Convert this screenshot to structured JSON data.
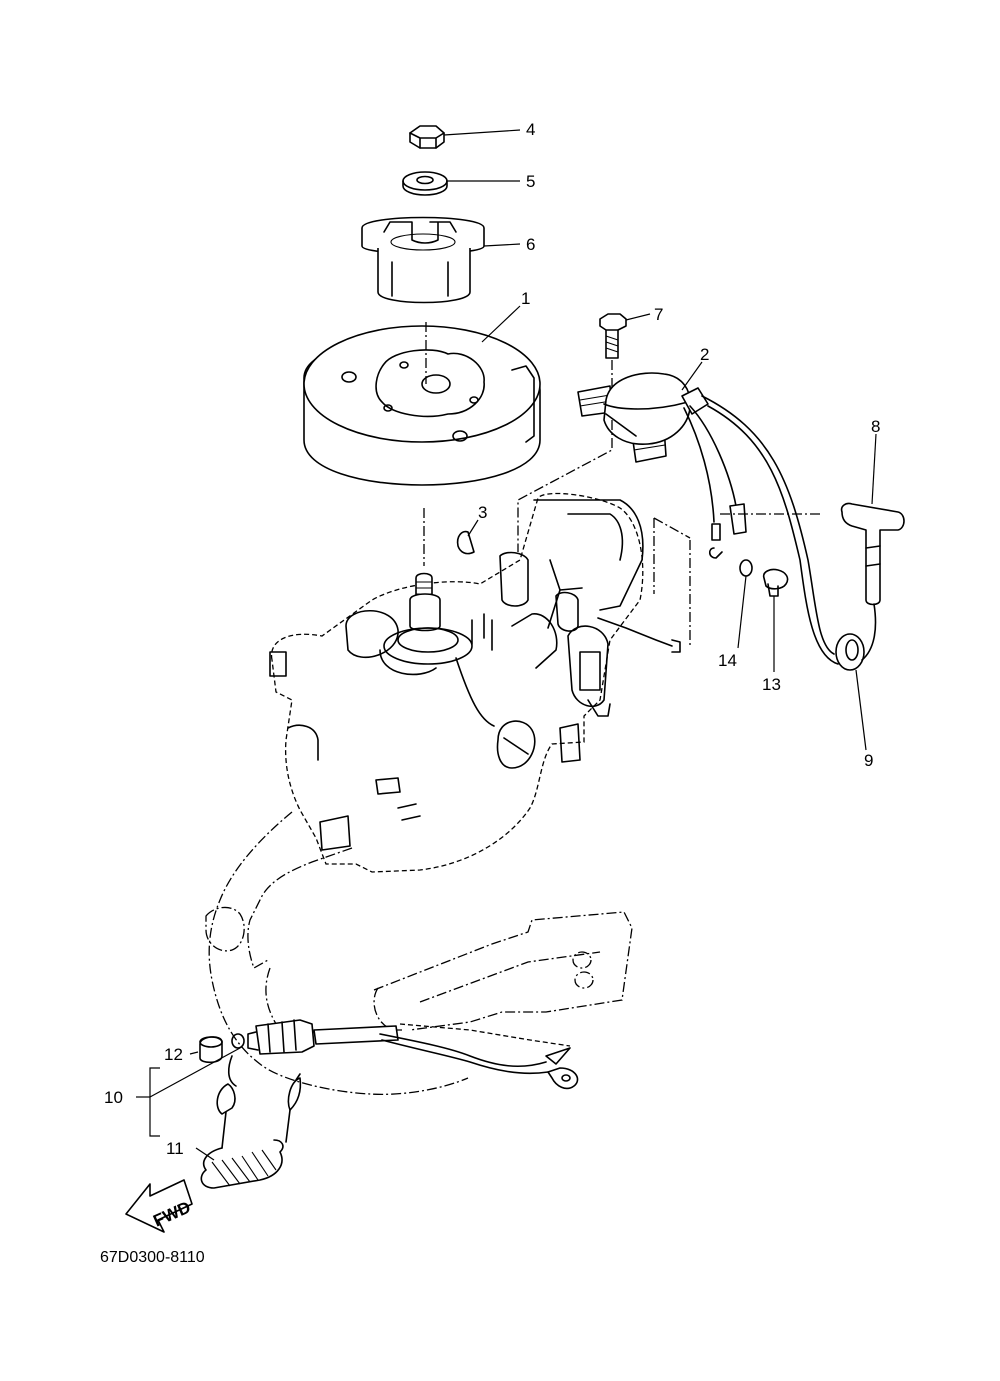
{
  "diagram": {
    "catalog_code": "67D0300-8110",
    "fwd_text": "FWD",
    "callouts": [
      "1",
      "2",
      "3",
      "4",
      "5",
      "6",
      "7",
      "8",
      "9",
      "10",
      "11",
      "12",
      "13",
      "14"
    ]
  }
}
